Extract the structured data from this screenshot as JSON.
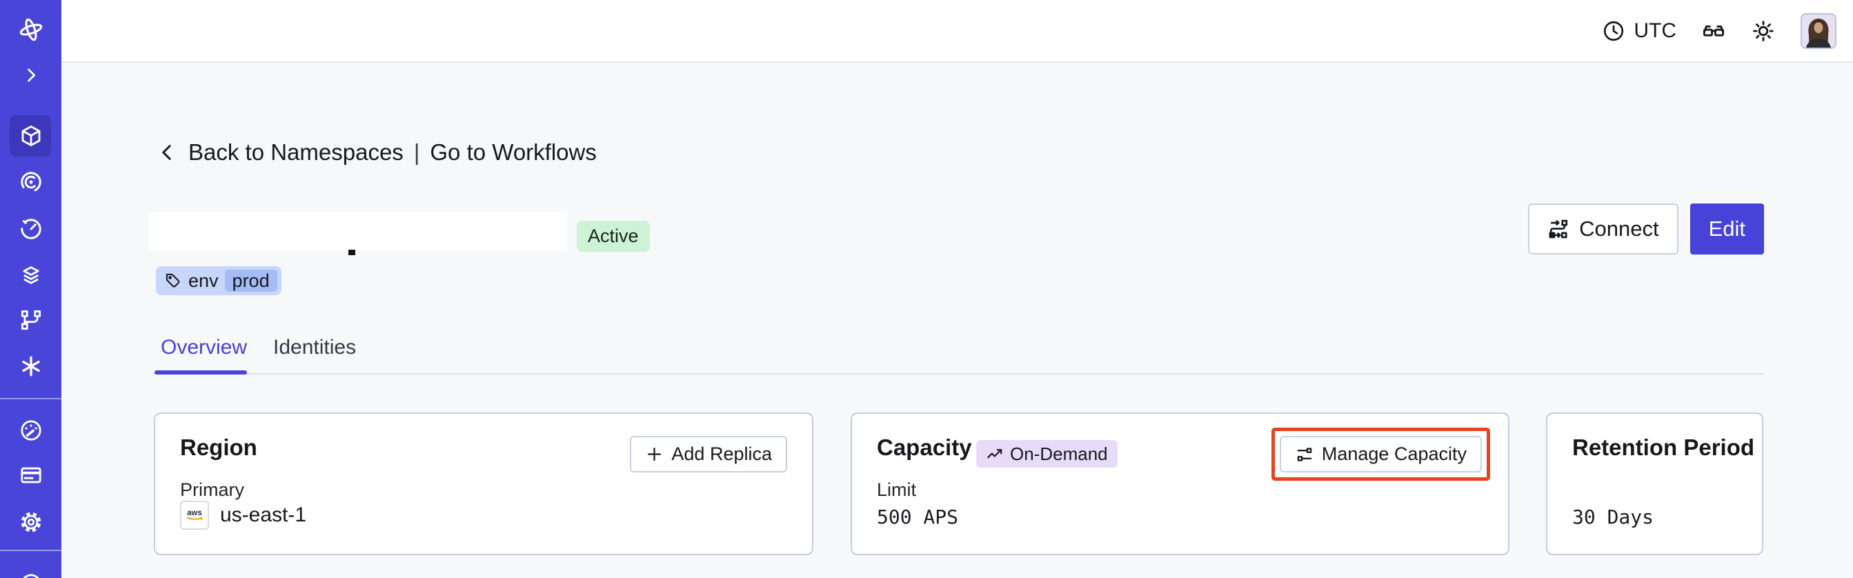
{
  "topbar": {
    "timezone_label": "UTC",
    "icons": [
      "clock-icon",
      "codec-glasses-icon",
      "theme-sun-icon",
      "user-avatar"
    ]
  },
  "breadcrumb": {
    "back_label": "Back to Namespaces",
    "separator": "|",
    "workflows_label": "Go to Workflows"
  },
  "namespace_header": {
    "title_redacted": true,
    "status": "Active",
    "tag_key": "env",
    "tag_value": "prod"
  },
  "header_actions": {
    "connect_label": "Connect",
    "edit_label": "Edit"
  },
  "tabs": [
    {
      "label": "Overview",
      "active": true
    },
    {
      "label": "Identities",
      "active": false
    }
  ],
  "cards": {
    "region": {
      "title": "Region",
      "button_label": "Add Replica",
      "label": "Primary",
      "provider": "aws",
      "value": "us-east-1"
    },
    "capacity": {
      "title": "Capacity",
      "badge": "On-Demand",
      "button_label": "Manage Capacity",
      "button_highlighted": true,
      "label": "Limit",
      "value": "500 APS"
    },
    "retention": {
      "title": "Retention Period",
      "value": "30 Days"
    }
  },
  "sidebar": {
    "items": [
      {
        "icon": "temporal-logo"
      },
      {
        "icon": "expand-chevron-icon"
      },
      {
        "icon": "namespaces-cube-icon",
        "active": true
      },
      {
        "icon": "workflows-spiral-icon"
      },
      {
        "icon": "schedules-timer-icon"
      },
      {
        "icon": "deployments-layers-icon"
      },
      {
        "icon": "batch-pipeline-icon"
      },
      {
        "icon": "nexus-asterisk-icon"
      },
      {
        "icon": "usage-gauge-icon"
      },
      {
        "icon": "billing-card-icon"
      },
      {
        "icon": "settings-gear-icon"
      },
      {
        "icon": "support-icon"
      }
    ]
  },
  "colors": {
    "sidebar": "#4a45d9",
    "sidebar-active": "#3d37bb",
    "accent": "#4742d8",
    "page-bg": "#f7f8fa",
    "card-border": "#c2cde0",
    "btn-border": "#c6d1e3",
    "divider": "#d8dde7",
    "topbar-border": "#e0e4ea",
    "green-bg": "#cdf2d5",
    "tag-bg": "#c7d7fb",
    "tag-inner": "#a3bcf5",
    "lav-bg": "#e6dcfa",
    "highlight": "#e8421f"
  }
}
